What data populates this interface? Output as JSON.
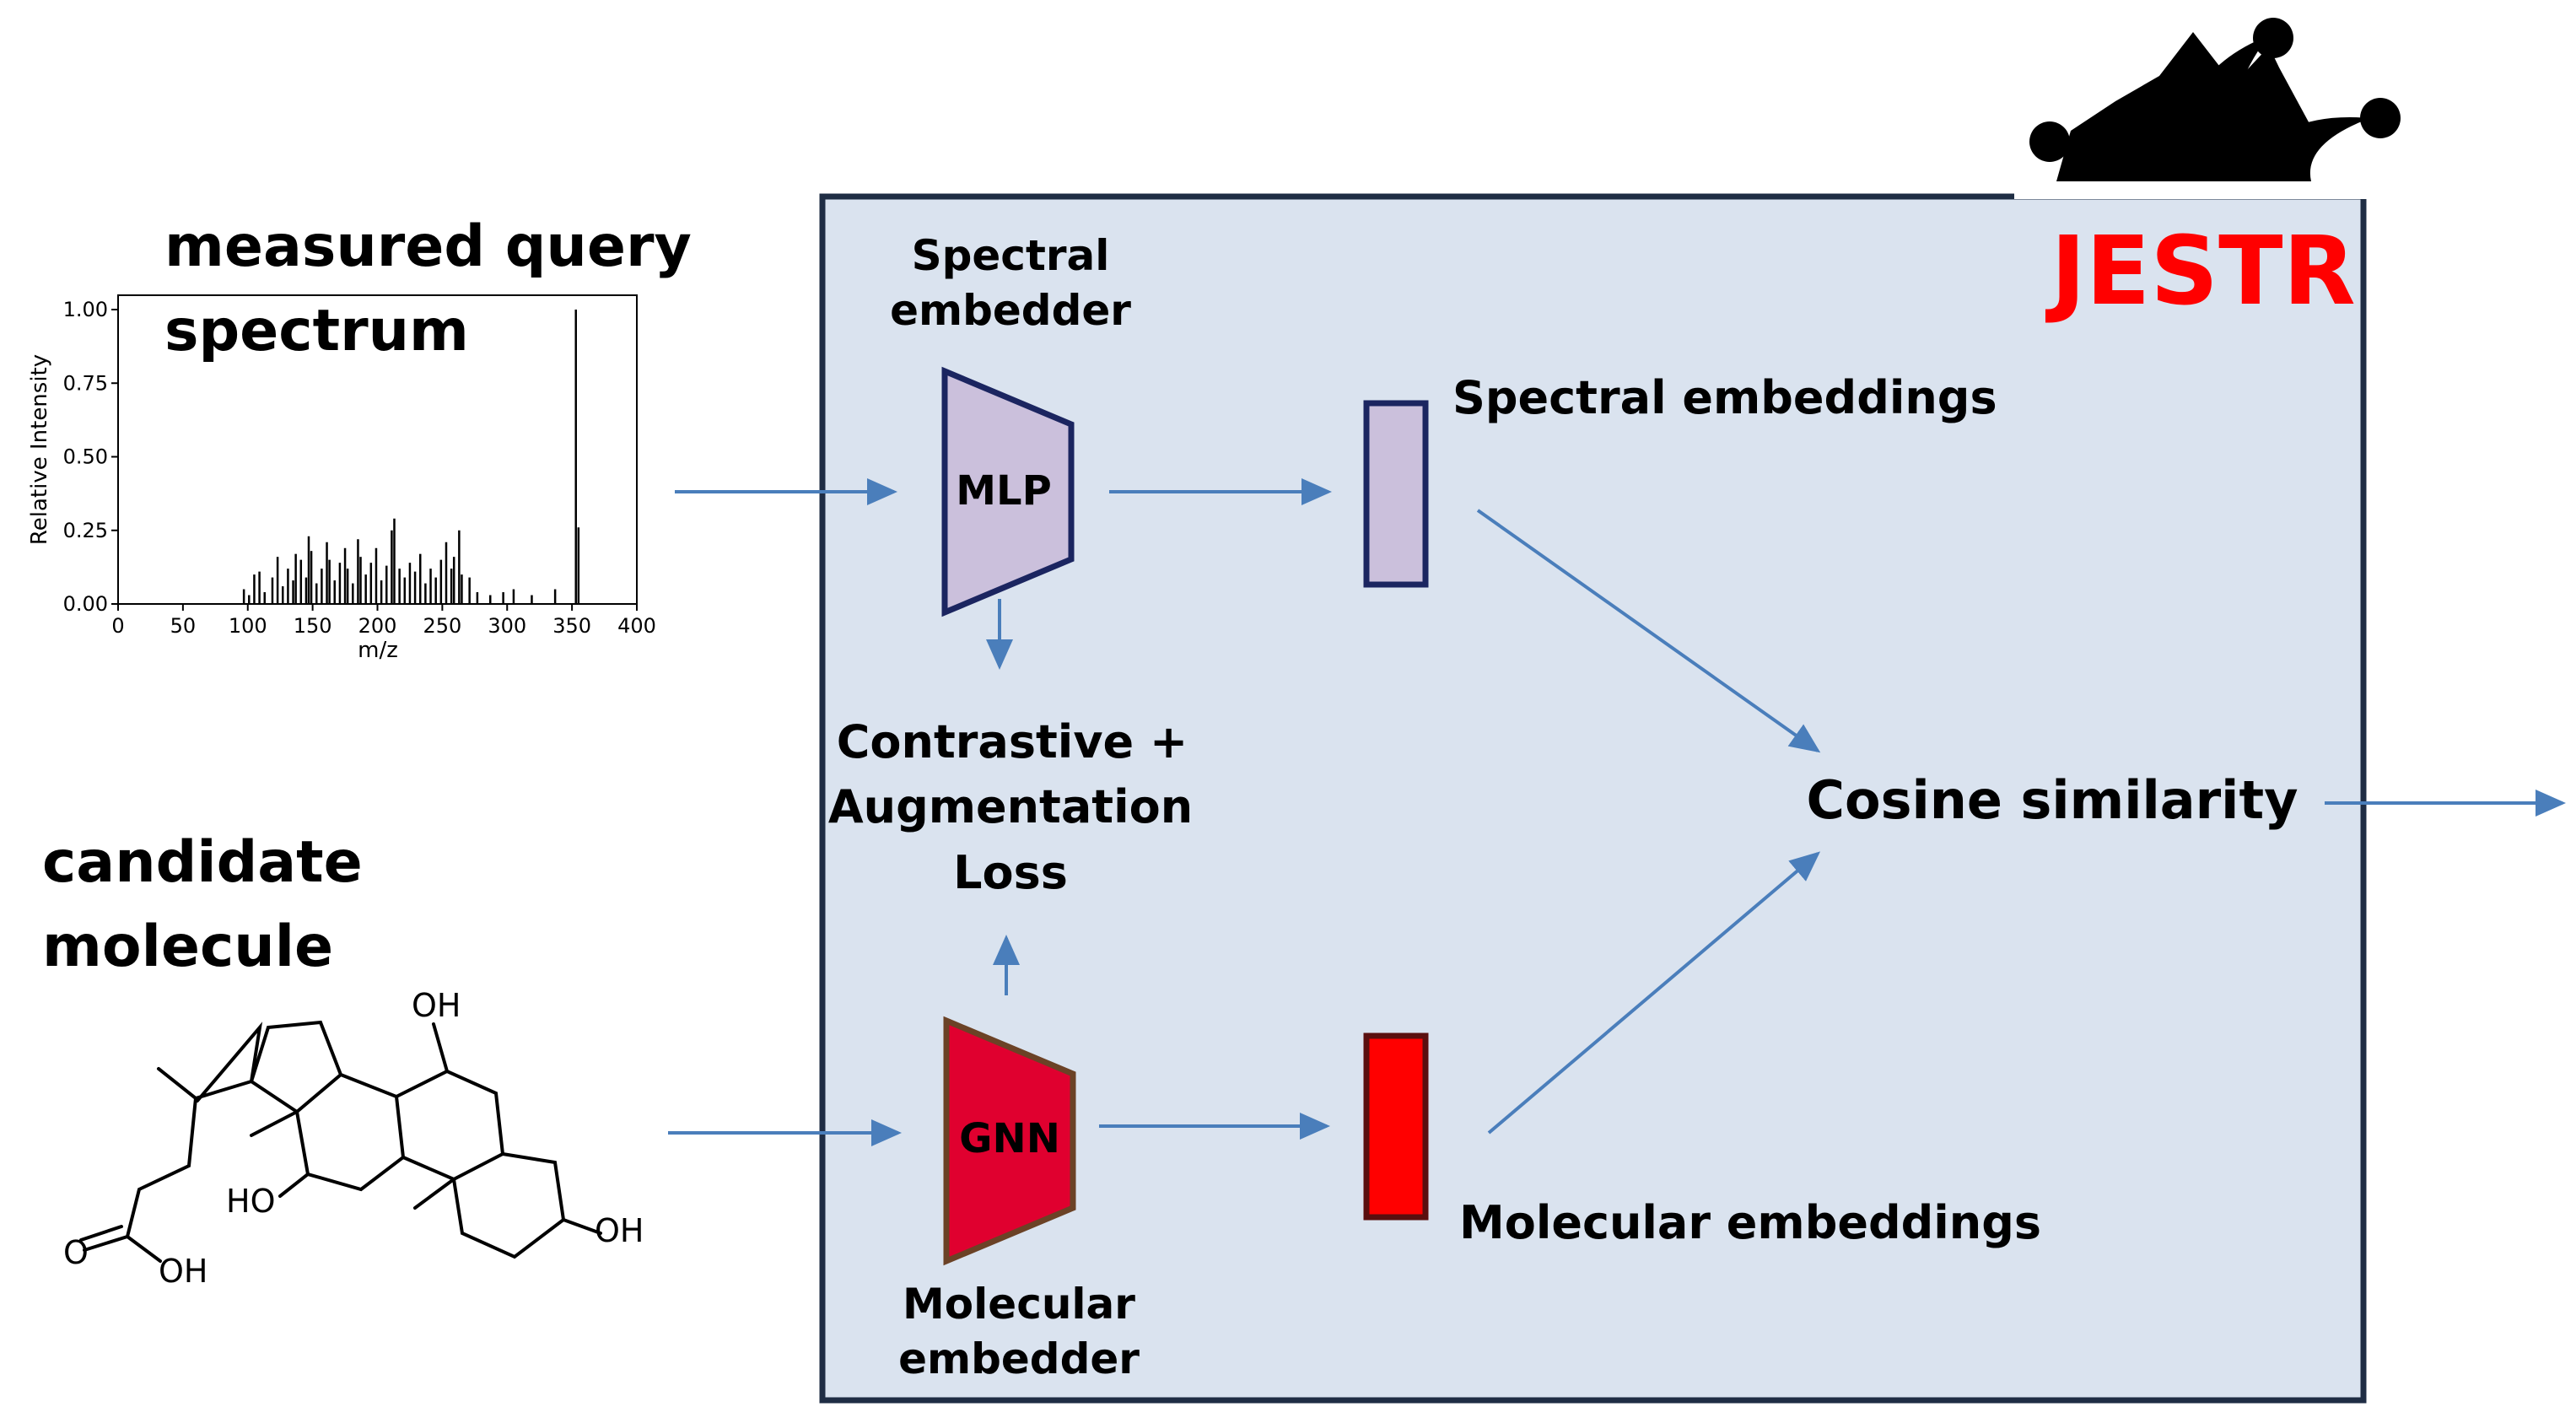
{
  "colors": {
    "arrow": "#4a7ebb",
    "panel_fill": "#dae3ef",
    "panel_border": "#1f2d44",
    "mlp_fill": "#cbc0dc",
    "mlp_border": "#1b2560",
    "gnn_fill": "#e0002f",
    "gnn_border": "#6b4226",
    "mol_embed_fill": "#ff0000",
    "mol_embed_border": "#5a0f0f",
    "jestr_title": "#ff0000"
  },
  "inputs": {
    "spectrum_label_line1": "measured query",
    "spectrum_label_line2": "spectrum",
    "molecule_label_line1": "candidate",
    "molecule_label_line2": "molecule"
  },
  "panel": {
    "title": "JESTR"
  },
  "spectral_embedder": {
    "line1": "Spectral",
    "line2": "embedder",
    "block_label": "MLP"
  },
  "molecular_embedder": {
    "line1": "Molecular",
    "line2": "embedder",
    "block_label": "GNN"
  },
  "loss": {
    "line1": "Contrastive  +",
    "line2": "Augmentation",
    "line3": "Loss"
  },
  "spectral_embeddings_label": "Spectral embeddings",
  "molecular_embeddings_label": "Molecular embeddings",
  "similarity_label": "Cosine similarity",
  "molecule_atoms": {
    "oh_top": "OH",
    "ho_left": "HO",
    "oh_right": "OH",
    "carbonyl_o": "O",
    "acid_oh": "OH"
  },
  "icons": {
    "jester": "jester-hat-icon"
  },
  "chart_data": {
    "type": "bar",
    "xlabel": "m/z",
    "ylabel": "Relative Intensity",
    "xlim": [
      0,
      400
    ],
    "ylim": [
      0,
      1.0
    ],
    "xticks": [
      0,
      50,
      100,
      150,
      200,
      250,
      300,
      350,
      400
    ],
    "yticks": [
      "0.00",
      "0.25",
      "0.50",
      "0.75",
      "1.00"
    ],
    "peaks": [
      [
        97,
        0.05
      ],
      [
        101,
        0.03
      ],
      [
        105,
        0.1
      ],
      [
        109,
        0.11
      ],
      [
        113,
        0.04
      ],
      [
        119,
        0.09
      ],
      [
        123,
        0.16
      ],
      [
        127,
        0.06
      ],
      [
        131,
        0.12
      ],
      [
        135,
        0.08
      ],
      [
        137,
        0.17
      ],
      [
        141,
        0.15
      ],
      [
        145,
        0.09
      ],
      [
        147,
        0.23
      ],
      [
        149,
        0.18
      ],
      [
        153,
        0.07
      ],
      [
        157,
        0.12
      ],
      [
        161,
        0.21
      ],
      [
        163,
        0.15
      ],
      [
        167,
        0.08
      ],
      [
        171,
        0.14
      ],
      [
        175,
        0.19
      ],
      [
        177,
        0.12
      ],
      [
        181,
        0.07
      ],
      [
        185,
        0.22
      ],
      [
        187,
        0.16
      ],
      [
        191,
        0.1
      ],
      [
        195,
        0.14
      ],
      [
        199,
        0.19
      ],
      [
        203,
        0.08
      ],
      [
        207,
        0.13
      ],
      [
        211,
        0.25
      ],
      [
        213,
        0.29
      ],
      [
        217,
        0.12
      ],
      [
        221,
        0.09
      ],
      [
        225,
        0.14
      ],
      [
        229,
        0.11
      ],
      [
        233,
        0.17
      ],
      [
        237,
        0.07
      ],
      [
        241,
        0.12
      ],
      [
        245,
        0.09
      ],
      [
        249,
        0.15
      ],
      [
        253,
        0.21
      ],
      [
        257,
        0.12
      ],
      [
        259,
        0.16
      ],
      [
        263,
        0.25
      ],
      [
        265,
        0.1
      ],
      [
        271,
        0.09
      ],
      [
        277,
        0.04
      ],
      [
        287,
        0.03
      ],
      [
        297,
        0.04
      ],
      [
        305,
        0.05
      ],
      [
        319,
        0.03
      ],
      [
        337,
        0.05
      ],
      [
        353,
        1.0
      ],
      [
        355,
        0.26
      ]
    ]
  }
}
